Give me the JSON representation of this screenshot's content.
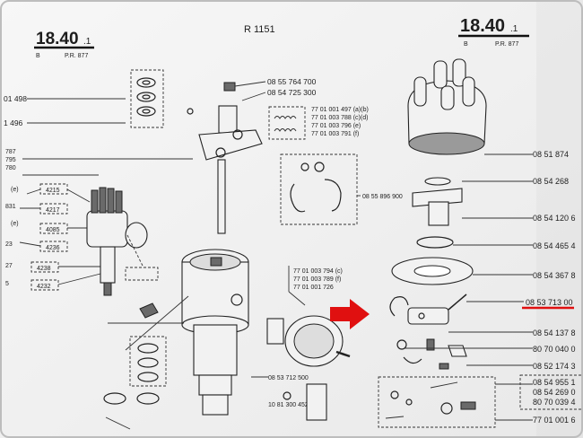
{
  "header": {
    "model_code": "R 1151",
    "left_page": {
      "number": "18.40",
      "sub": ".1",
      "letter": "B",
      "ref": "P.R. 877"
    },
    "right_page": {
      "number": "18.40",
      "sub": ".1",
      "letter": "B",
      "ref": "P.R. 877"
    }
  },
  "left_edge_labels": [
    "01 498",
    "1 496",
    "787",
    "795",
    "780",
    "831",
    "23",
    "27",
    "5"
  ],
  "left_group_boxes": [
    "4215",
    "4217",
    "4085",
    "4236",
    "4238",
    "4232"
  ],
  "left_group_letters": [
    "(e)",
    "(e)"
  ],
  "center_labels": {
    "top_a": "08 55 764 700",
    "top_b": "08 54 725 300",
    "kit_a": "77 01 001 497 (a)(b)",
    "kit_b": "77 01 003 788 (c)(d)",
    "kit_c": "77 01 003 796 (e)",
    "kit_d": "77 01 003 791 (f)",
    "clip": "08 55 896 900",
    "vac_a": "77 01 003 794 (c)",
    "vac_b": "77 01 003 789 (f)",
    "vac_c": "77 01 001 726",
    "bottom_a": "08 53 712 500",
    "bottom_b": "10 81 300 452"
  },
  "right_labels": [
    "08 51 874",
    "08 54 268",
    "08 54 120 6",
    "08 54 465 4",
    "08 54 367 8",
    "08 53 713 00",
    "08 54 137 8",
    "80 70 040 0",
    "08 52 174 3",
    "08 54 955 1",
    "08 54 269 0",
    "80 70 039 4",
    "77 01 001 6"
  ],
  "colors": {
    "highlight": "#e01010",
    "paper": "#f4f4f4",
    "ink": "#1d1d1d"
  }
}
